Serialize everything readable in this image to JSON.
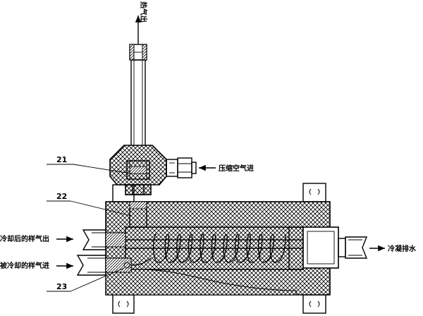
{
  "labels": {
    "exhaust_out": "热气出",
    "compressed_air_in": "压缩空气进",
    "cooled_sample_out": "冷却后的样气出",
    "sample_to_cool_in": "被冷却的样气进",
    "condensate_drain": "冷凝排水"
  },
  "callouts": {
    "c21": "21",
    "c22": "22",
    "c23": "23"
  },
  "colors": {
    "line": "#000000",
    "background": "#ffffff"
  }
}
